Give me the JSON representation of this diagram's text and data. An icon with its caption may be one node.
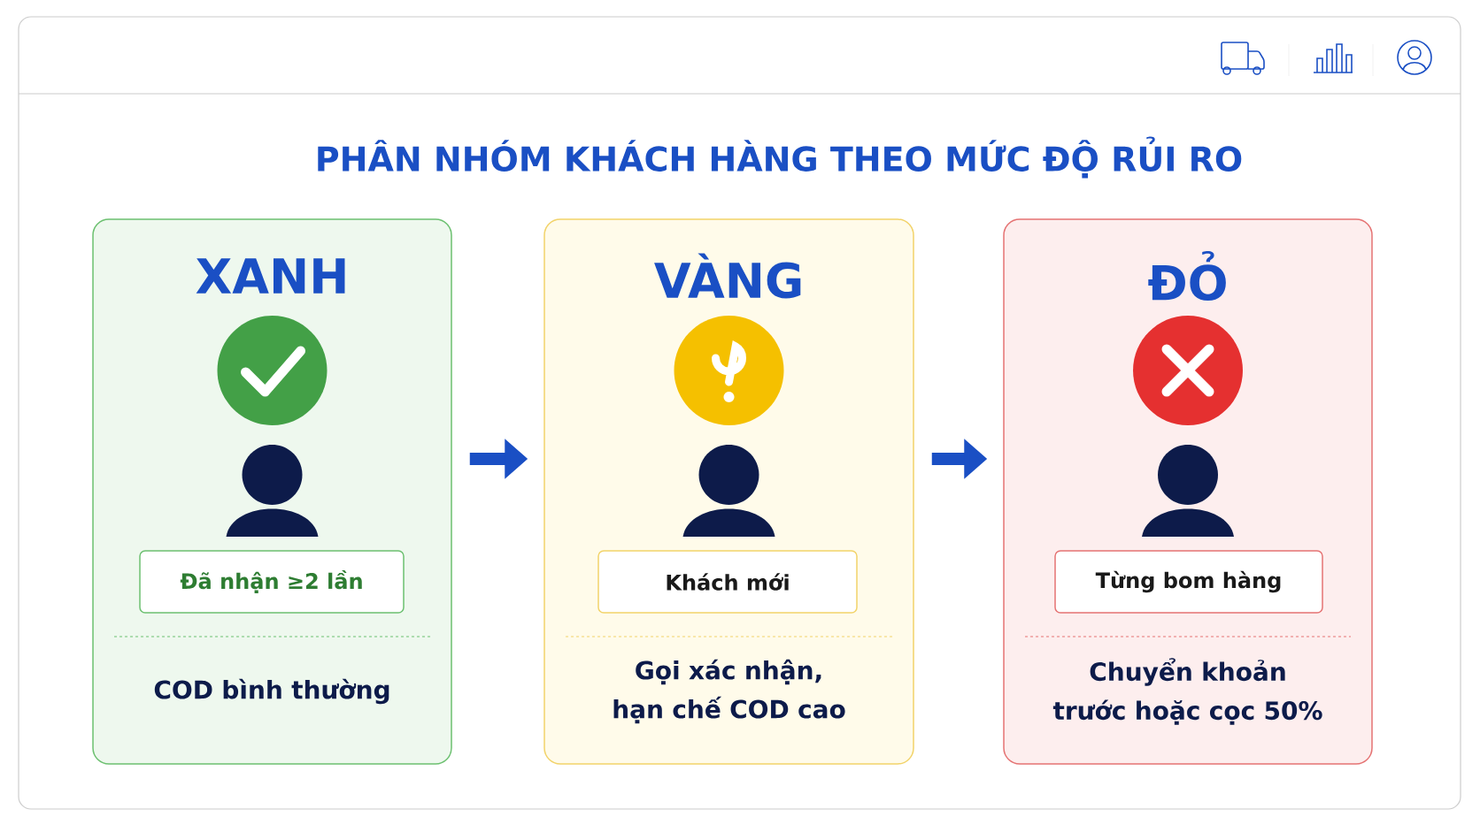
{
  "diagram": {
    "title": "PHÂN NHÓM KHÁCH HÀNG THEO MỨC ĐỘ RỦI RO",
    "nodes": [
      {
        "text": [
          "XANH",
          "COD bình thường"
        ]
      },
      {
        "text": [
          "Đã nhận ≥2 lần"
        ],
        "in": 0
      },
      {
        "text": [
          "VÀNG",
          "Gọi xác nhận, hạn chế COD cao"
        ]
      },
      {
        "text": [
          "Khách mới"
        ],
        "in": 2
      },
      {
        "text": [
          "ĐỎ",
          "Chuyển khoản trước hoặc cọc 50%"
        ]
      },
      {
        "text": [
          "Từng bom hàng"
        ],
        "in": 4
      }
    ],
    "edges": [
      {
        "from": 0,
        "to": 2,
        "arrow": "to"
      },
      {
        "from": 2,
        "to": 4,
        "arrow": "to"
      }
    ]
  }
}
